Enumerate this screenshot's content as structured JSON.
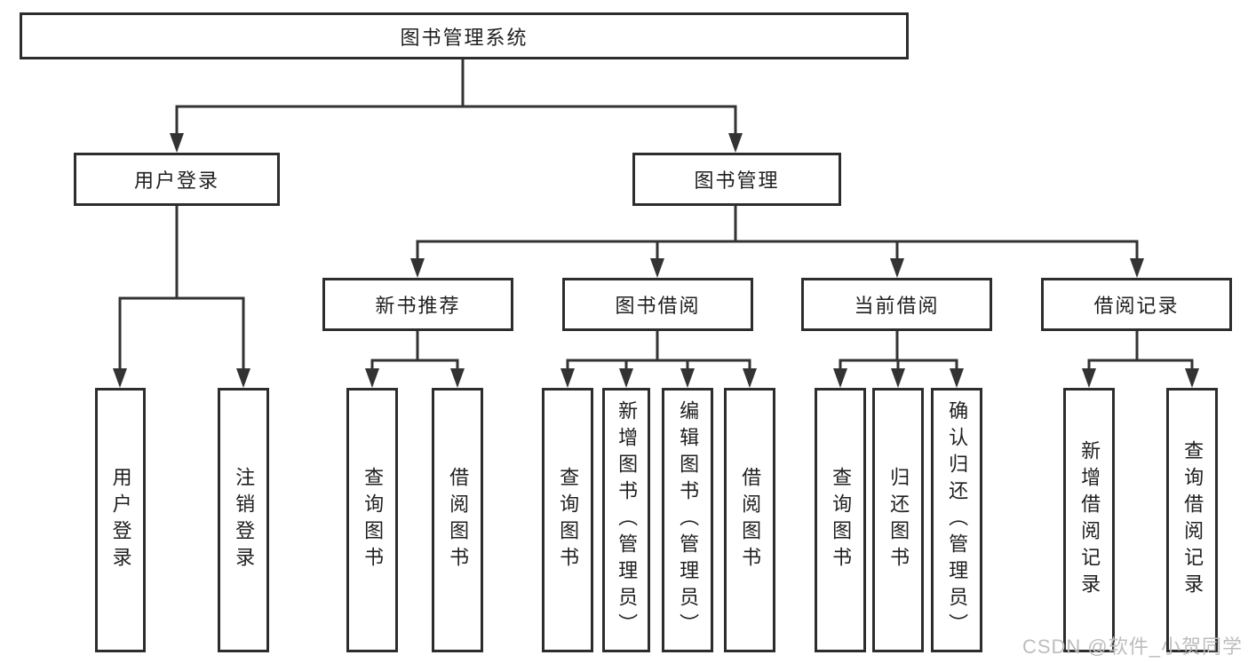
{
  "diagram_type": "functional-structure-tree",
  "tree": {
    "label": "图书管理系统",
    "children": [
      {
        "label": "用户登录",
        "children": [
          {
            "label": "用户登录"
          },
          {
            "label": "注销登录"
          }
        ]
      },
      {
        "label": "图书管理",
        "children": [
          {
            "label": "新书推荐",
            "children": [
              {
                "label": "查询图书"
              },
              {
                "label": "借阅图书"
              }
            ]
          },
          {
            "label": "图书借阅",
            "children": [
              {
                "label": "查询图书"
              },
              {
                "label": "新增图书（管理员）"
              },
              {
                "label": "编辑图书（管理员）"
              },
              {
                "label": "借阅图书"
              }
            ]
          },
          {
            "label": "当前借阅",
            "children": [
              {
                "label": "查询图书"
              },
              {
                "label": "归还图书"
              },
              {
                "label": "确认归还（管理员）"
              }
            ]
          },
          {
            "label": "借阅记录",
            "children": [
              {
                "label": "新增借阅记录"
              },
              {
                "label": "查询借阅记录"
              }
            ]
          }
        ]
      }
    ]
  },
  "watermark": {
    "text": "CSDN @软件_小贺同学"
  },
  "colors": {
    "background": "#ffffff",
    "box_fill": "#ffffff",
    "box_border": "#2d2d2d",
    "line": "#333333",
    "text": "#1f1f1f",
    "watermark": "#bdbdbd"
  }
}
